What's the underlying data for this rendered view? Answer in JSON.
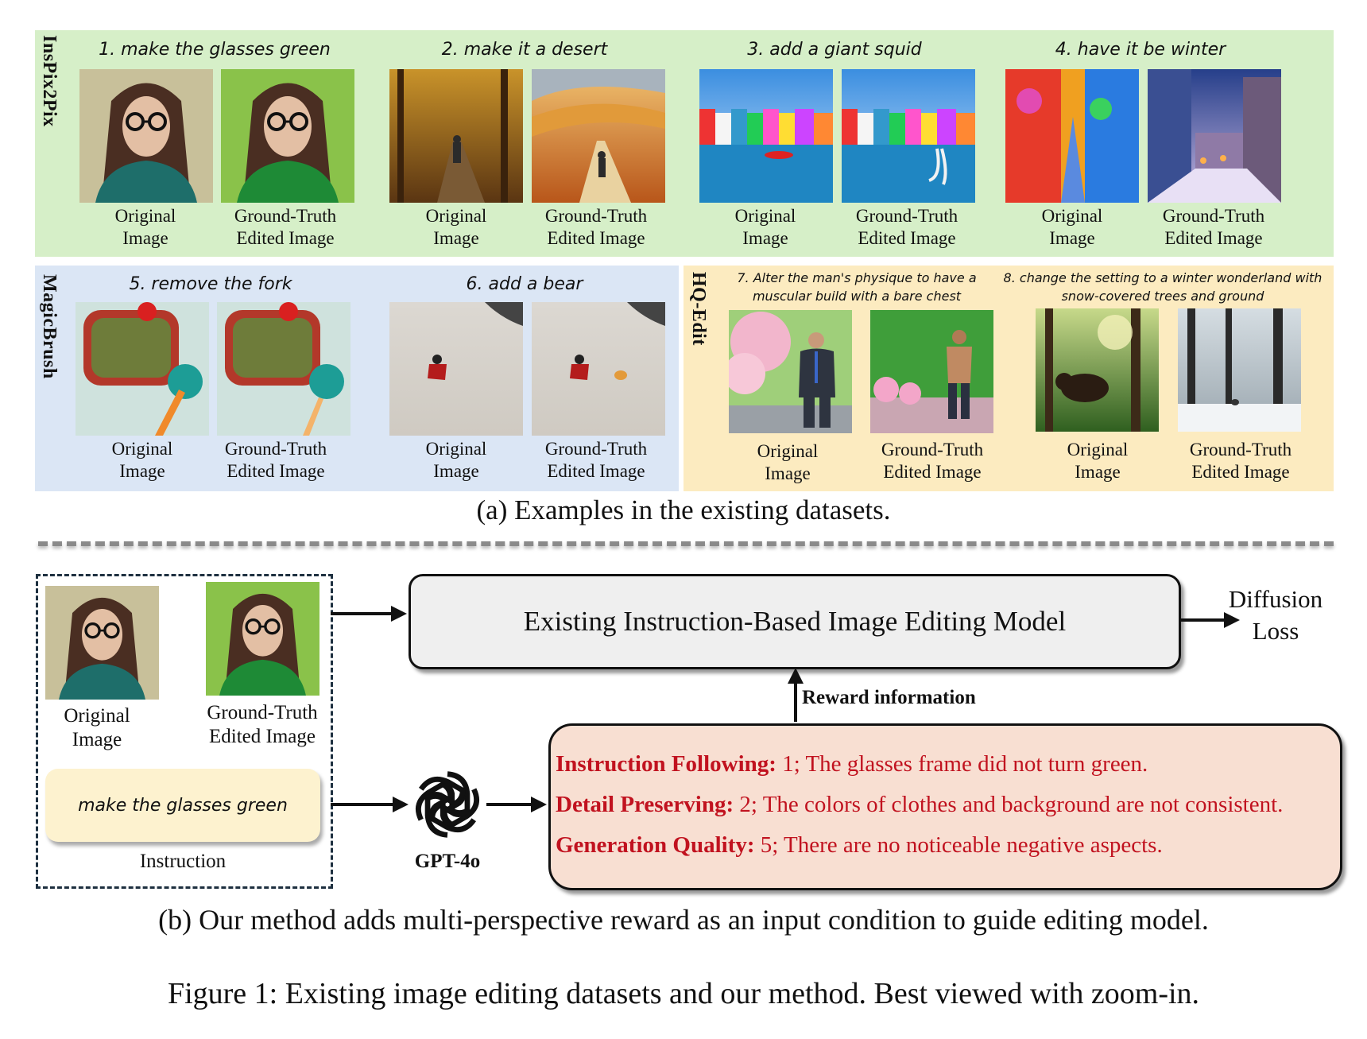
{
  "panels": {
    "inspix2pix": {
      "name": "InsPix2Pix",
      "examples": [
        {
          "instruction": "1. make the glasses green"
        },
        {
          "instruction": "2. make it a desert"
        },
        {
          "instruction": "3. add a giant squid"
        },
        {
          "instruction": "4. have it be winter"
        }
      ]
    },
    "magicbrush": {
      "name": "MagicBrush",
      "examples": [
        {
          "instruction": "5. remove the fork"
        },
        {
          "instruction": "6. add a bear"
        }
      ]
    },
    "hqedit": {
      "name": "HQ-Edit",
      "examples": [
        {
          "instruction": "7. Alter the man's physique to have a muscular build with a bare chest"
        },
        {
          "instruction": "8. change the setting to a winter wonderland with snow-covered trees and ground"
        }
      ]
    }
  },
  "labels": {
    "original_line1": "Original",
    "original_line2": "Image",
    "gt_line1": "Ground-Truth",
    "gt_line2": "Edited Image"
  },
  "caption_a": "(a) Examples in the existing datasets.",
  "method": {
    "original_line1": "Original",
    "original_line2": "Image",
    "gt_line1": "Ground-Truth",
    "gt_line2": "Edited Image",
    "instruction_text": "make the glasses green",
    "instruction_label": "Instruction",
    "gpt_label": "GPT-4o",
    "model_label": "Existing Instruction-Based Image Editing Model",
    "output_line1": "Diffusion",
    "output_line2": "Loss",
    "reward_label": "Reward information",
    "rewards": [
      {
        "name": "Instruction Following:",
        "text": " 1; The glasses frame did not turn green."
      },
      {
        "name": "Detail Preserving:",
        "text": " 2; The colors of  clothes and background are not consistent."
      },
      {
        "name": "Generation Quality:",
        "text": " 5; There are no noticeable negative aspects."
      }
    ]
  },
  "caption_b": "(b) Our method adds multi-perspective reward as an input condition to guide editing model.",
  "figure_caption": "Figure 1: Existing image editing datasets and our method. Best viewed with zoom-in.",
  "colors": {
    "green_panel": "#d6efc8",
    "blue_panel": "#dbe6f5",
    "yellow_panel": "#fcebc0",
    "reward_box": "#f8dfd2",
    "reward_text": "#c1121f",
    "instruction_box": "#fdf2cf"
  }
}
